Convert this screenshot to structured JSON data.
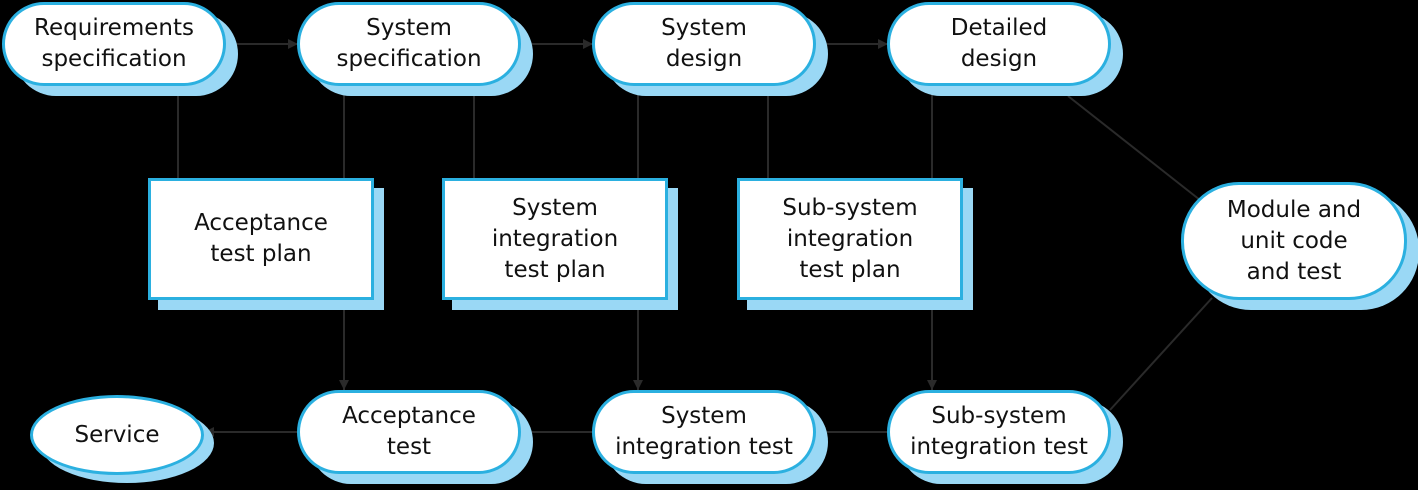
{
  "diagram": {
    "specification_row": {
      "requirements_specification": "Requirements\nspecification",
      "system_specification": "System\nspecification",
      "system_design": "System\ndesign",
      "detailed_design": "Detailed\ndesign"
    },
    "test_plans": {
      "acceptance_test_plan": "Acceptance\ntest plan",
      "system_integration_test_plan": "System\nintegration\ntest plan",
      "subsystem_integration_test_plan": "Sub-system\nintegration\ntest plan"
    },
    "module_and_unit_code_and_test": "Module and\nunit code\nand test",
    "test_row": {
      "service": "Service",
      "acceptance_test": "Acceptance\ntest",
      "system_integration_test": "System\nintegration test",
      "subsystem_integration_test": "Sub-system\nintegration test"
    }
  },
  "colors": {
    "background": "#000000",
    "node_fill": "#ffffff",
    "node_border": "#2bb0e0",
    "node_shadow": "#9ad8f5",
    "connector": "#2a2a2a"
  }
}
